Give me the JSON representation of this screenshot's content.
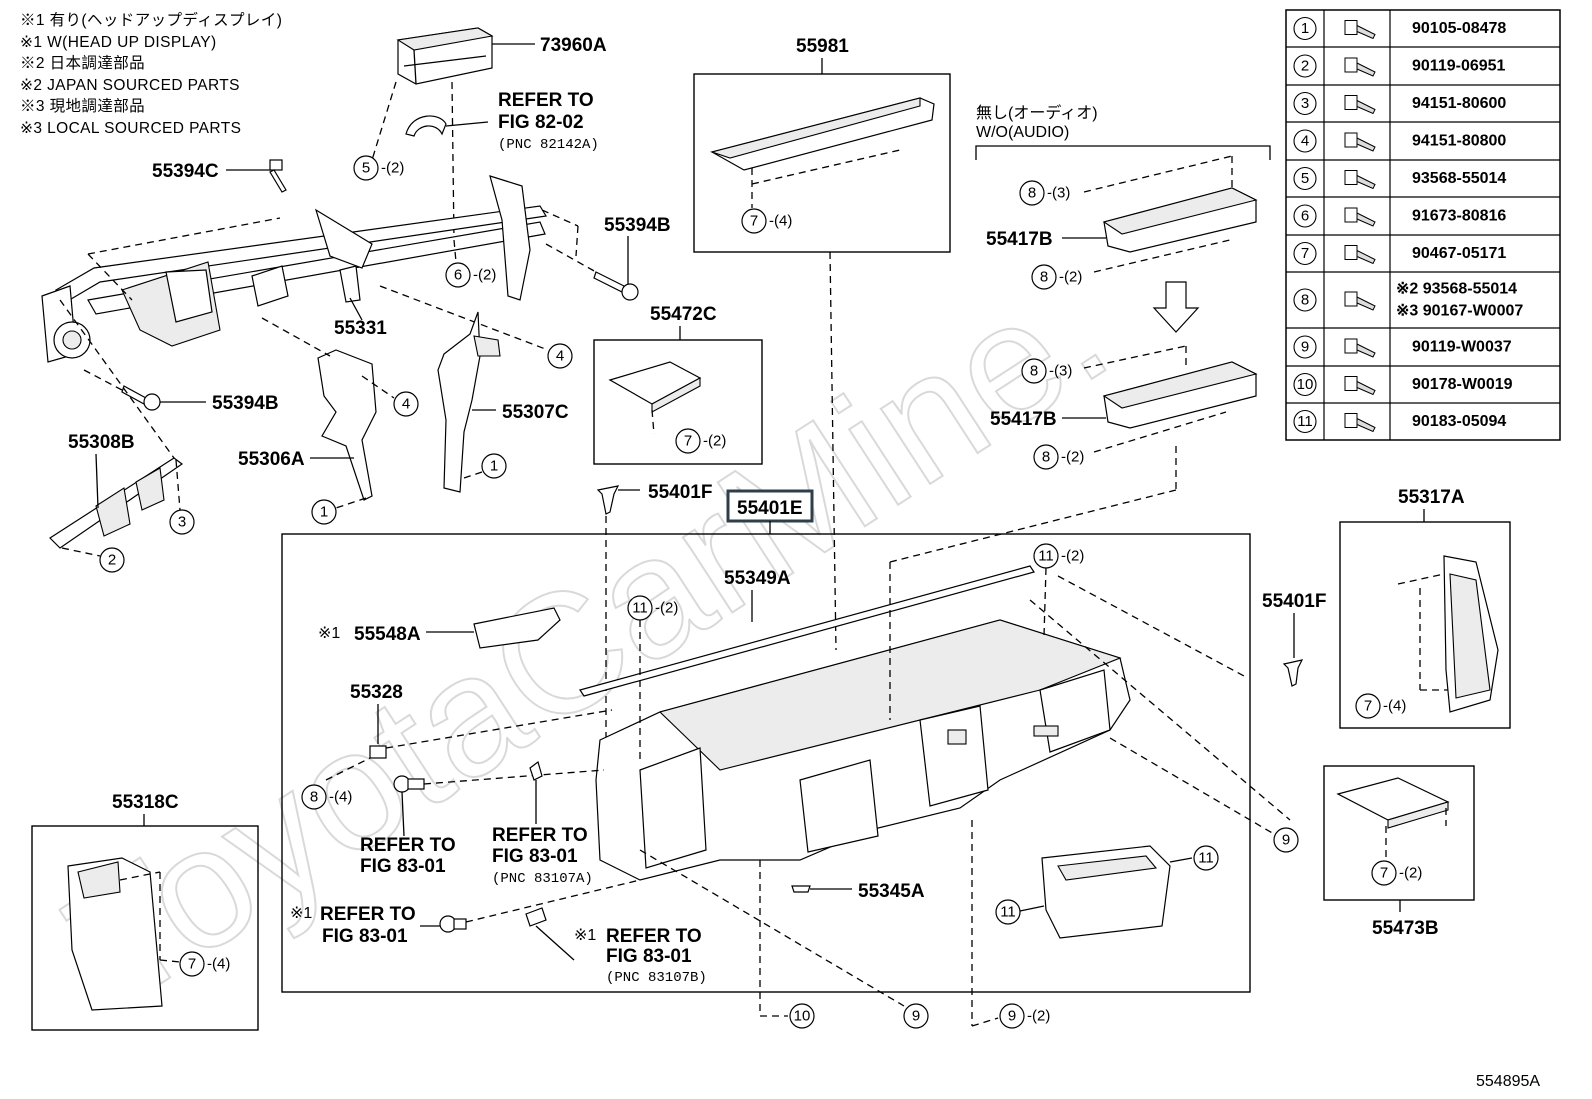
{
  "notes": [
    "※1 有り(ヘッドアップディスプレイ)",
    "※1 W(HEAD UP DISPLAY)",
    "※2 日本調達部品",
    "※2 JAPAN SOURCED PARTS",
    "※3 現地調達部品",
    "※3 LOCAL SOURCED PARTS"
  ],
  "watermark": "ToyotaCarMine.",
  "diagram_id": "554895A",
  "labels": {
    "p73960A": "73960A",
    "p55981": "55981",
    "p55394C": "55394C",
    "p55394B_top": "55394B",
    "p55394B_left": "55394B",
    "p55331": "55331",
    "p55472C": "55472C",
    "p55307C": "55307C",
    "p55306A": "55306A",
    "p55308B": "55308B",
    "p55401F_mid": "55401F",
    "p55401E": "55401E",
    "p55349A": "55349A",
    "p55548A": "55548A",
    "p55548A_note": "※1",
    "p55328": "55328",
    "p55318C": "55318C",
    "p55345A": "55345A",
    "p55417B_top": "55417B",
    "p55417B_bot": "55417B",
    "p55317A": "55317A",
    "p55401F_right": "55401F",
    "p55473B": "55473B",
    "audio_jp": "無し(オーディオ)",
    "audio_en": "W/O(AUDIO)"
  },
  "refs": {
    "r1_l1": "REFER TO",
    "r1_l2": "FIG 82-02",
    "r1_l3": "(PNC 82142A)",
    "r2_l1": "REFER TO",
    "r2_l2": "FIG 83-01",
    "r3_l1": "REFER TO",
    "r3_l2": "FIG 83-01",
    "r3_l3": "(PNC 83107A)",
    "r4_note": "※1",
    "r4_l1": "REFER TO",
    "r4_l2": "FIG 83-01",
    "r5_note": "※1",
    "r5_l1": "REFER TO",
    "r5_l2": "FIG 83-01",
    "r5_l3": "(PNC 83107B)"
  },
  "callouts": [
    {
      "n": "5",
      "q": "-(2)"
    },
    {
      "n": "7",
      "q": "-(4)"
    },
    {
      "n": "6",
      "q": "-(2)"
    },
    {
      "n": "4",
      "q": ""
    },
    {
      "n": "4",
      "q": ""
    },
    {
      "n": "1",
      "q": ""
    },
    {
      "n": "1",
      "q": ""
    },
    {
      "n": "3",
      "q": ""
    },
    {
      "n": "2",
      "q": ""
    },
    {
      "n": "7",
      "q": "-(2)"
    },
    {
      "n": "8",
      "q": "-(3)"
    },
    {
      "n": "8",
      "q": "-(2)"
    },
    {
      "n": "8",
      "q": "-(3)"
    },
    {
      "n": "8",
      "q": "-(2)"
    },
    {
      "n": "11",
      "q": "-(2)"
    },
    {
      "n": "11",
      "q": "-(2)"
    },
    {
      "n": "8",
      "q": "-(4)"
    },
    {
      "n": "7",
      "q": "-(4)"
    },
    {
      "n": "7",
      "q": "-(4)"
    },
    {
      "n": "9",
      "q": ""
    },
    {
      "n": "7",
      "q": "-(2)"
    },
    {
      "n": "11",
      "q": ""
    },
    {
      "n": "11",
      "q": ""
    },
    {
      "n": "10",
      "q": ""
    },
    {
      "n": "9",
      "q": ""
    },
    {
      "n": "9",
      "q": "-(2)"
    }
  ],
  "fastener_table": [
    {
      "n": "1",
      "parts": [
        "90105-08478"
      ]
    },
    {
      "n": "2",
      "parts": [
        "90119-06951"
      ]
    },
    {
      "n": "3",
      "parts": [
        "94151-80600"
      ]
    },
    {
      "n": "4",
      "parts": [
        "94151-80800"
      ]
    },
    {
      "n": "5",
      "parts": [
        "93568-55014"
      ]
    },
    {
      "n": "6",
      "parts": [
        "91673-80816"
      ]
    },
    {
      "n": "7",
      "parts": [
        "90467-05171"
      ]
    },
    {
      "n": "8",
      "parts": [
        "※2 93568-55014",
        "※3 90167-W0007"
      ]
    },
    {
      "n": "9",
      "parts": [
        "90119-W0037"
      ]
    },
    {
      "n": "10",
      "parts": [
        "90178-W0019"
      ]
    },
    {
      "n": "11",
      "parts": [
        "90183-05094"
      ]
    }
  ]
}
